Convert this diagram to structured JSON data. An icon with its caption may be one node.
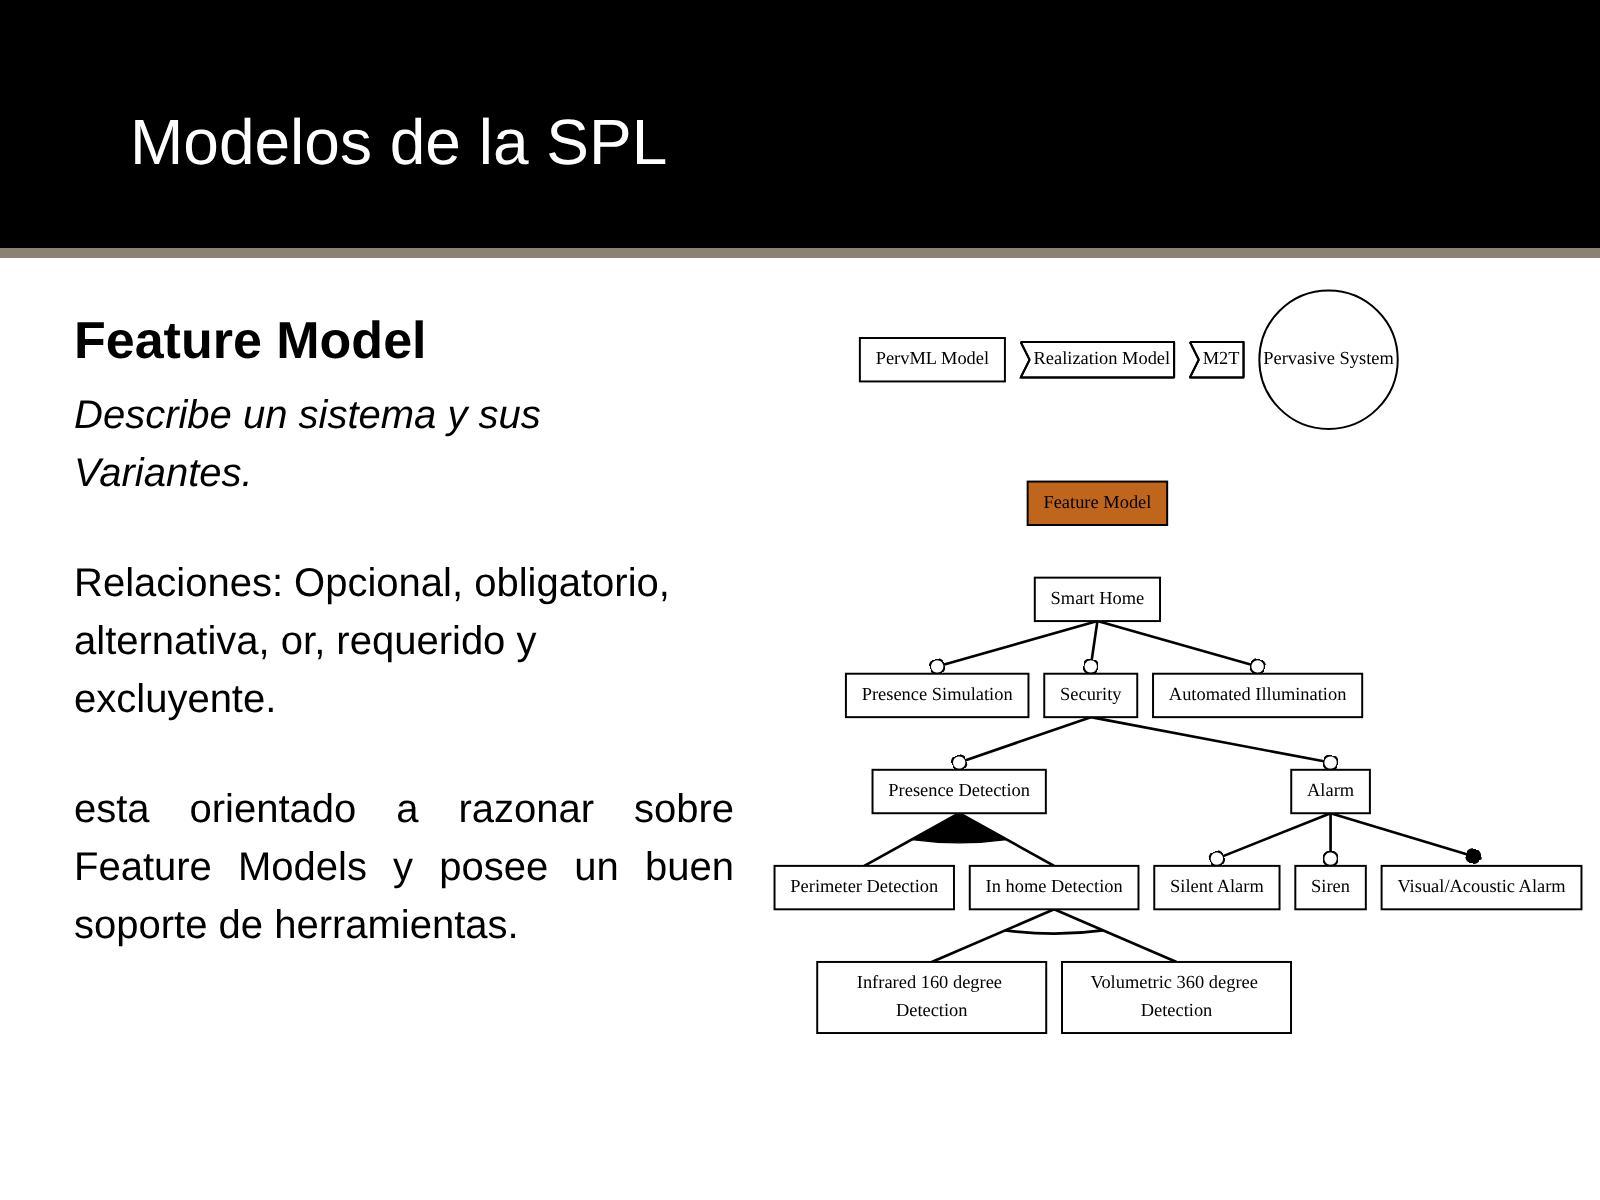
{
  "diagram": {
    "title": "Modelos de la SPL",
    "nodes": [
      {
        "text": [
          "PervML Model"
        ]
      },
      {
        "text": [
          "Realization Model"
        ]
      },
      {
        "text": [
          "M2T"
        ]
      },
      {
        "text": [
          "Pervasive System"
        ]
      },
      {
        "text": [
          "Feature Model"
        ]
      },
      {
        "text": [
          "Smart Home"
        ]
      },
      {
        "text": [
          "Presence Simulation"
        ]
      },
      {
        "text": [
          "Security"
        ]
      },
      {
        "text": [
          "Automated Illumination"
        ]
      },
      {
        "text": [
          "Presence Detection"
        ]
      },
      {
        "text": [
          "Alarm"
        ]
      },
      {
        "text": [
          "Perimeter Detection"
        ]
      },
      {
        "text": [
          "In home Detection"
        ]
      },
      {
        "text": [
          "Silent Alarm"
        ]
      },
      {
        "text": [
          "Siren"
        ]
      },
      {
        "text": [
          "Visual/Acoustic Alarm"
        ]
      },
      {
        "text": [
          "Infrared 160 degree Detection"
        ]
      },
      {
        "text": [
          "Volumetric 360 degree Detection"
        ]
      }
    ],
    "edges": [
      {
        "from": 5,
        "to": 6,
        "arrow": "other"
      },
      {
        "from": 5,
        "to": 7,
        "arrow": "other"
      },
      {
        "from": 5,
        "to": 8,
        "arrow": "other"
      },
      {
        "from": 7,
        "to": 9,
        "arrow": "other"
      },
      {
        "from": 7,
        "to": 10,
        "arrow": "other"
      },
      {
        "from": 9,
        "to": 11,
        "arrow": "none"
      },
      {
        "from": 9,
        "to": 12,
        "arrow": "none"
      },
      {
        "from": 10,
        "to": 13,
        "arrow": "other"
      },
      {
        "from": 10,
        "to": 14,
        "arrow": "other"
      },
      {
        "from": 10,
        "to": 15,
        "arrow": "other"
      },
      {
        "from": 12,
        "to": 16,
        "arrow": "none"
      },
      {
        "from": 12,
        "to": 17,
        "arrow": "none"
      }
    ],
    "labels": [
      "Feature Model",
      "Describe un sistema y sus Variantes.",
      "Relaciones: Opcional, obligatorio, alternativa, or, requerido y excluyente.",
      "esta orientado a razonar sobre Feature Models y posee un buen soporte de herramientas."
    ]
  }
}
